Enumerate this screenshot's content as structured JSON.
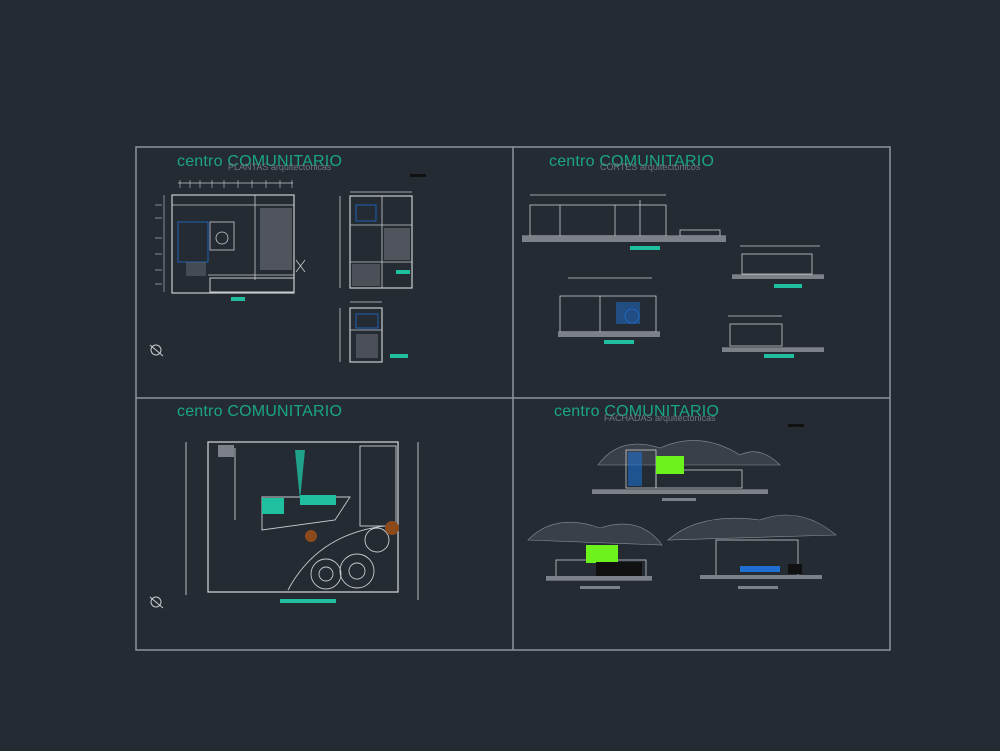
{
  "drawing": {
    "panels": [
      {
        "id": "plantas",
        "title": "centro COMUNITARIO",
        "subtitle": "PLANTAS arquitectonicas"
      },
      {
        "id": "cortes",
        "title": "centro COMUNITARIO",
        "subtitle": "CORTES arquitectonicos"
      },
      {
        "id": "conjunto",
        "title": "centro COMUNITARIO",
        "subtitle": ""
      },
      {
        "id": "fachadas",
        "title": "centro COMUNITARIO",
        "subtitle": "FACHADAS arquitectonicas"
      }
    ]
  },
  "colors": {
    "background": "#252b33",
    "frame": "#8f959c",
    "title": "#1aa685",
    "line": "#c9ccd0",
    "accent_green": "#6cf21c",
    "accent_cyan": "#1fbfa0",
    "hatch": "#7c8189",
    "tree": "#8a4a1c",
    "blue": "#1e6fd1"
  }
}
